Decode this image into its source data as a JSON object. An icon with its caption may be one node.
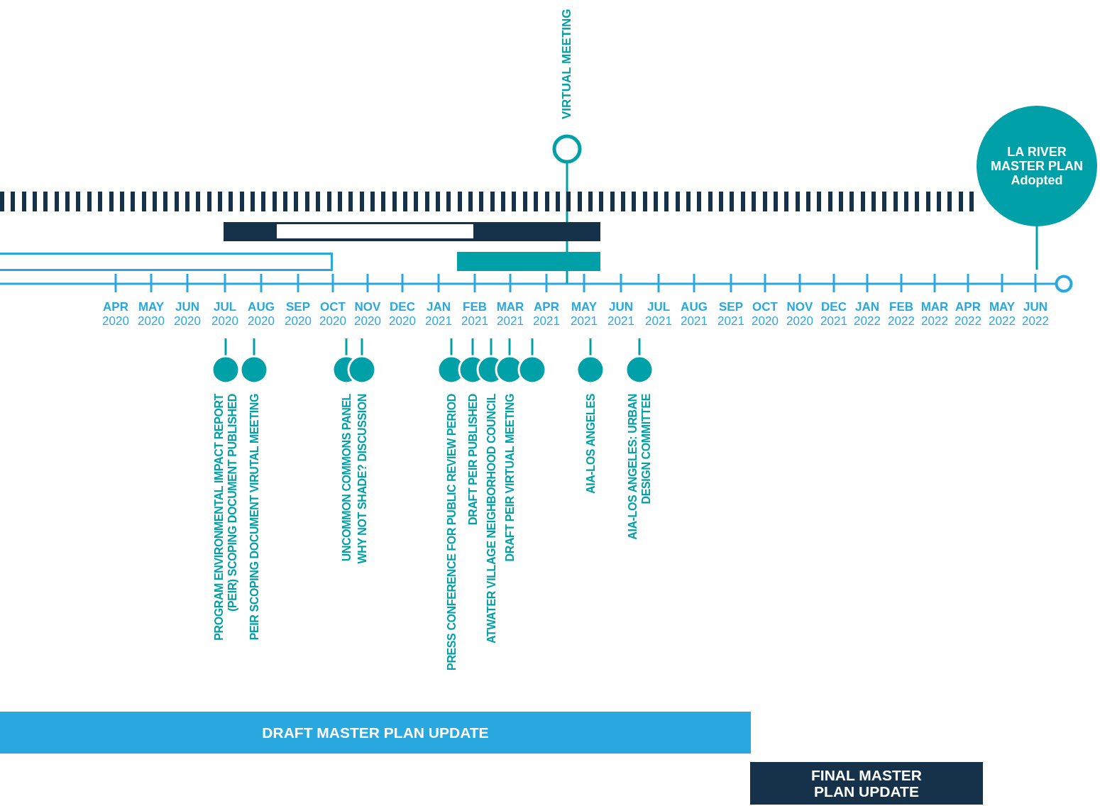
{
  "diagram": {
    "nodes": [
      {
        "text": [
          "VIRTUAL MEETING"
        ]
      },
      {
        "text": [
          "LA RIVER MASTER PLAN",
          "Adopted"
        ]
      },
      {
        "text": [],
        "shape": "bar"
      },
      {
        "text": [],
        "shape": "bar"
      },
      {
        "text": [],
        "shape": "bar",
        "in": 3
      },
      {
        "text": [],
        "shape": "bar"
      },
      {
        "text": [],
        "shape": "bar"
      },
      {
        "text": [
          "PROGRAM ENVIRONMENTAL IMPACT REPORT (PEIR) SCOPING DOCUMENT PUBLISHED"
        ]
      },
      {
        "text": [
          "PEIR SCOPING DOCUMENT VIRUTAL MEETING"
        ]
      },
      {
        "text": [
          "UNCOMMON COMMONS PANEL"
        ]
      },
      {
        "text": [
          "WHY NOT SHADE? DISCUSSION"
        ]
      },
      {
        "text": [
          "PRESS CONFERENCE FOR PUBLIC REVIEW PERIOD"
        ]
      },
      {
        "text": [
          "DRAFT PEIR PUBLISHED"
        ]
      },
      {
        "text": [
          "ATWATER VILLAGE NEIGHBORHOOD COUNCIL"
        ]
      },
      {
        "text": [
          "DRAFT PEIR VIRTUAL MEETING"
        ]
      },
      {
        "text": [],
        "shape": "circle"
      },
      {
        "text": [
          "AIA-LOS ANGELES"
        ]
      },
      {
        "text": [
          "AIA-LOS ANGELES: URBAN DESIGN COMMITTEE"
        ]
      },
      {
        "text": [
          "DRAFT MASTER PLAN UPDATE"
        ]
      },
      {
        "text": [
          "FINAL MASTER PLAN UPDATE"
        ]
      }
    ],
    "labels": [
      "**APR** 2020",
      "**MAY** 2020",
      "**JUN** 2020",
      "**JUL** 2020",
      "**AUG** 2020",
      "**SEP** 2020",
      "**OCT** 2020",
      "**NOV** 2020",
      "**DEC** 2020",
      "**JAN** 2021",
      "**FEB** 2021",
      "**MAR** 2021",
      "**APR** 2021",
      "**MAY** 2021",
      "**JUN** 2021",
      "**JUL** 2021",
      "**AUG** 2021",
      "**SEP** 2021",
      "**OCT** 2020",
      "**NOV** 2020",
      "**DEC** 2021",
      "**JAN** 2022",
      "**FEB** 2022",
      "**MAR** 2022",
      "**APR** 2022",
      "**MAY** 2022",
      "**JUN** 2022"
    ]
  }
}
